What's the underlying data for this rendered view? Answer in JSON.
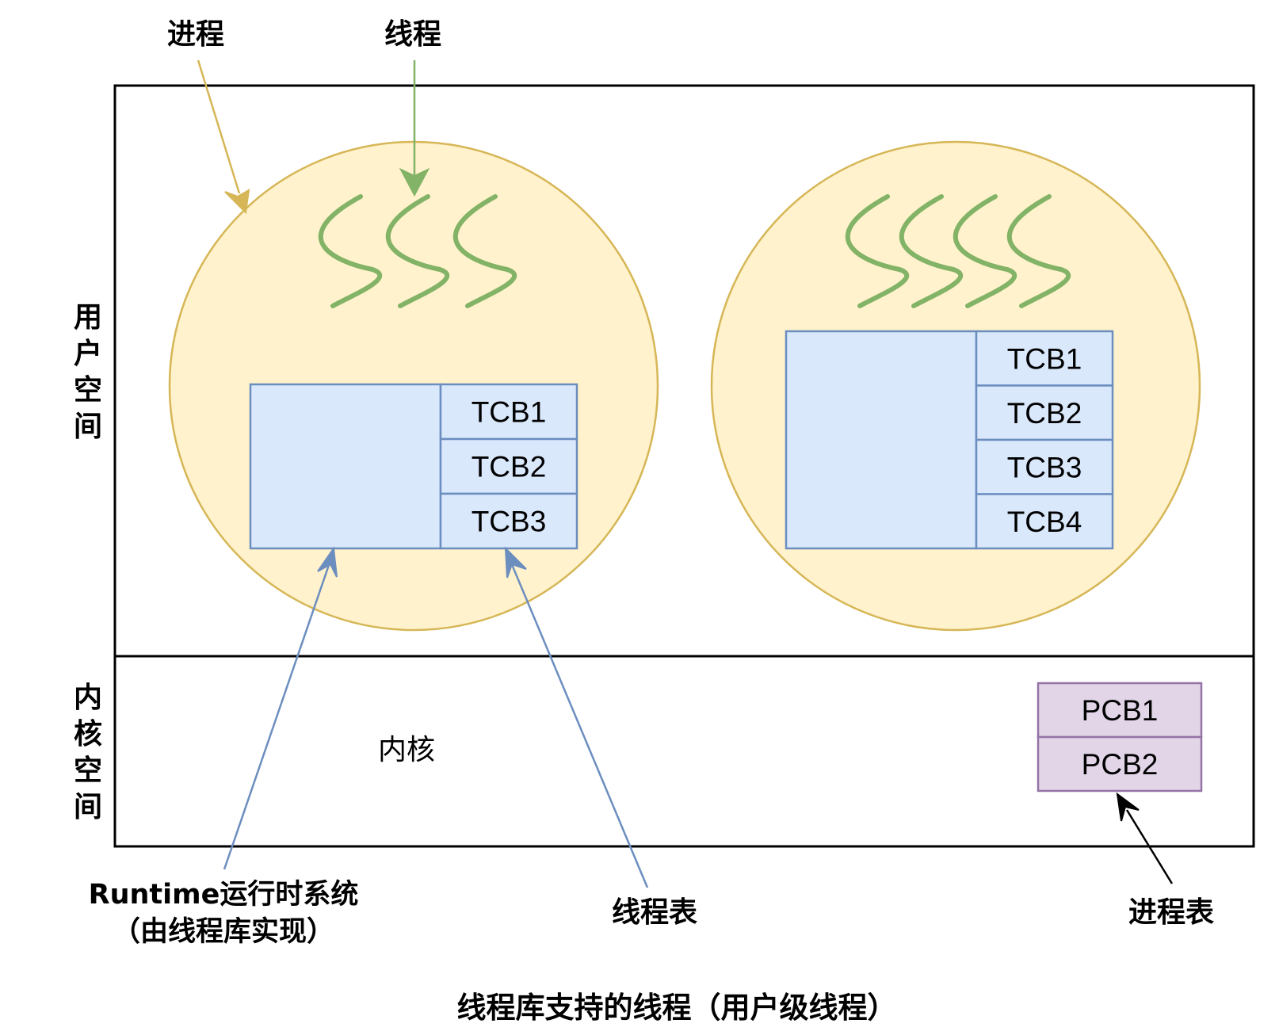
{
  "labels": {
    "process_pointer": "进程",
    "thread_pointer": "线程",
    "user_space": [
      "用",
      "户",
      "空",
      "间"
    ],
    "kernel_space": [
      "内",
      "核",
      "空",
      "间"
    ],
    "kernel": "内核",
    "runtime_line1": "Runtime运行时系统",
    "runtime_line2": "（由线程库实现）",
    "thread_table": "线程表",
    "process_table": "进程表",
    "caption": "线程库支持的线程（用户级线程）"
  },
  "process1": {
    "tcbs": [
      "TCB1",
      "TCB2",
      "TCB3"
    ]
  },
  "process2": {
    "tcbs": [
      "TCB1",
      "TCB2",
      "TCB3",
      "TCB4"
    ]
  },
  "pcbs": [
    "PCB1",
    "PCB2"
  ],
  "colors": {
    "process_fill": "#fff2cc",
    "process_stroke": "#d6b656",
    "thread_stroke": "#82b366",
    "table_fill": "#dae8fc",
    "table_stroke": "#6c8ebf",
    "pcb_fill": "#e1d5e7",
    "pcb_stroke": "#9673a6",
    "pointer_process": "#d6b656",
    "pointer_thread": "#82b366",
    "pointer_table": "#6c8ebf",
    "pointer_pcb": "#000000"
  }
}
